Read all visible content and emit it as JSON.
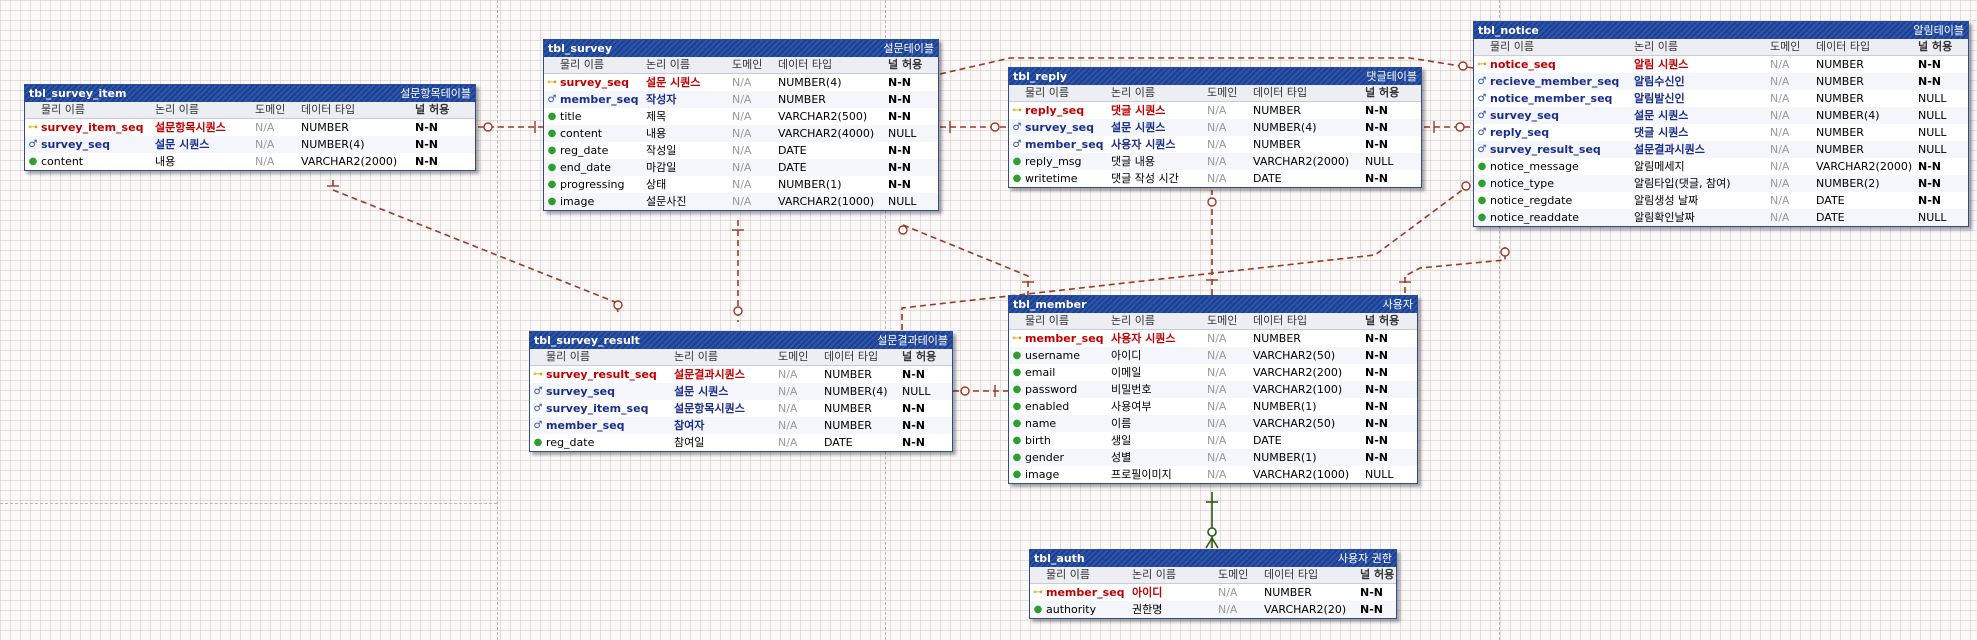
{
  "header_labels": {
    "physical": "물리 이름",
    "logical": "논리 이름",
    "domain": "도메인",
    "datatype": "데이터 타입",
    "nullable": "널 허용"
  },
  "domain_na": "N/A",
  "colors": {
    "title_bar": "#1e3f8c",
    "pk_text": "#c00000",
    "fk_text": "#1a2e8c",
    "relation_line": "#9a3a22",
    "identifying_line": "#2a5a1a"
  },
  "tables": {
    "survey_item": {
      "name": "tbl_survey_item",
      "logical": "설문항목테이블",
      "columns": [
        {
          "icon": "pk-fk-key-icon",
          "physical": "survey_item_seq",
          "logical": "설문항목시퀀스",
          "domain": "N/A",
          "type": "NUMBER",
          "null": "N-N"
        },
        {
          "icon": "fk-icon",
          "physical": "survey_seq",
          "logical": "설문 시퀀스",
          "domain": "N/A",
          "type": "NUMBER(4)",
          "null": "N-N"
        },
        {
          "icon": "column-icon",
          "physical": "content",
          "logical": "내용",
          "domain": "N/A",
          "type": "VARCHAR2(2000)",
          "null": "N-N"
        }
      ]
    },
    "survey": {
      "name": "tbl_survey",
      "logical": "설문테이블",
      "columns": [
        {
          "icon": "pk-icon",
          "physical": "survey_seq",
          "logical": "설문 시퀀스",
          "domain": "N/A",
          "type": "NUMBER(4)",
          "null": "N-N"
        },
        {
          "icon": "fk-icon",
          "physical": "member_seq",
          "logical": "작성자",
          "domain": "N/A",
          "type": "NUMBER",
          "null": "N-N"
        },
        {
          "icon": "column-icon",
          "physical": "title",
          "logical": "제목",
          "domain": "N/A",
          "type": "VARCHAR2(500)",
          "null": "N-N"
        },
        {
          "icon": "column-icon",
          "physical": "content",
          "logical": "내용",
          "domain": "N/A",
          "type": "VARCHAR2(4000)",
          "null": "NULL"
        },
        {
          "icon": "column-icon",
          "physical": "reg_date",
          "logical": "작성일",
          "domain": "N/A",
          "type": "DATE",
          "null": "N-N"
        },
        {
          "icon": "column-icon",
          "physical": "end_date",
          "logical": "마감일",
          "domain": "N/A",
          "type": "DATE",
          "null": "N-N"
        },
        {
          "icon": "column-icon",
          "physical": "progressing",
          "logical": "상태",
          "domain": "N/A",
          "type": "NUMBER(1)",
          "null": "N-N"
        },
        {
          "icon": "column-icon",
          "physical": "image",
          "logical": "설문사진",
          "domain": "N/A",
          "type": "VARCHAR2(1000)",
          "null": "NULL"
        }
      ]
    },
    "reply": {
      "name": "tbl_reply",
      "logical": "댓글테이블",
      "columns": [
        {
          "icon": "pk-icon",
          "physical": "reply_seq",
          "logical": "댓글 시퀀스",
          "domain": "N/A",
          "type": "NUMBER",
          "null": "N-N"
        },
        {
          "icon": "fk-icon",
          "physical": "survey_seq",
          "logical": "설문 시퀀스",
          "domain": "N/A",
          "type": "NUMBER(4)",
          "null": "N-N"
        },
        {
          "icon": "fk-icon",
          "physical": "member_seq",
          "logical": "사용자 시퀀스",
          "domain": "N/A",
          "type": "NUMBER",
          "null": "N-N"
        },
        {
          "icon": "column-icon",
          "physical": "reply_msg",
          "logical": "댓글 내용",
          "domain": "N/A",
          "type": "VARCHAR2(2000)",
          "null": "NULL"
        },
        {
          "icon": "column-icon",
          "physical": "writetime",
          "logical": "댓글 작성 시간",
          "domain": "N/A",
          "type": "DATE",
          "null": "N-N"
        }
      ]
    },
    "notice": {
      "name": "tbl_notice",
      "logical": "알림테이블",
      "columns": [
        {
          "icon": "pk-icon",
          "physical": "notice_seq",
          "logical": "알림 시퀀스",
          "domain": "N/A",
          "type": "NUMBER",
          "null": "N-N"
        },
        {
          "icon": "fk-icon",
          "physical": "recieve_member_seq",
          "logical": "알림수신인",
          "domain": "N/A",
          "type": "NUMBER",
          "null": "N-N"
        },
        {
          "icon": "fk-icon",
          "physical": "notice_member_seq",
          "logical": "알림발신인",
          "domain": "N/A",
          "type": "NUMBER",
          "null": "NULL"
        },
        {
          "icon": "fk-icon",
          "physical": "survey_seq",
          "logical": "설문 시퀀스",
          "domain": "N/A",
          "type": "NUMBER(4)",
          "null": "NULL"
        },
        {
          "icon": "fk-icon",
          "physical": "reply_seq",
          "logical": "댓글 시퀀스",
          "domain": "N/A",
          "type": "NUMBER",
          "null": "NULL"
        },
        {
          "icon": "fk-icon",
          "physical": "survey_result_seq",
          "logical": "설문결과시퀀스",
          "domain": "N/A",
          "type": "NUMBER",
          "null": "NULL"
        },
        {
          "icon": "column-icon",
          "physical": "notice_message",
          "logical": "알림메세지",
          "domain": "N/A",
          "type": "VARCHAR2(2000)",
          "null": "N-N"
        },
        {
          "icon": "column-icon",
          "physical": "notice_type",
          "logical": "알림타입(댓글, 참여)",
          "domain": "N/A",
          "type": "NUMBER(2)",
          "null": "N-N"
        },
        {
          "icon": "column-icon",
          "physical": "notice_regdate",
          "logical": "알림생성 날짜",
          "domain": "N/A",
          "type": "DATE",
          "null": "N-N"
        },
        {
          "icon": "column-icon",
          "physical": "notice_readdate",
          "logical": "알림확인날짜",
          "domain": "N/A",
          "type": "DATE",
          "null": "NULL"
        }
      ]
    },
    "survey_result": {
      "name": "tbl_survey_result",
      "logical": "설문결과테이블",
      "columns": [
        {
          "icon": "pk-icon",
          "physical": "survey_result_seq",
          "logical": "설문결과시퀀스",
          "domain": "N/A",
          "type": "NUMBER",
          "null": "N-N"
        },
        {
          "icon": "fk-icon",
          "physical": "survey_seq",
          "logical": "설문 시퀀스",
          "domain": "N/A",
          "type": "NUMBER(4)",
          "null": "NULL"
        },
        {
          "icon": "fk-icon",
          "physical": "survey_item_seq",
          "logical": "설문항목시퀀스",
          "domain": "N/A",
          "type": "NUMBER",
          "null": "N-N"
        },
        {
          "icon": "fk-icon",
          "physical": "member_seq",
          "logical": "참여자",
          "domain": "N/A",
          "type": "NUMBER",
          "null": "N-N"
        },
        {
          "icon": "column-icon",
          "physical": "reg_date",
          "logical": "참여일",
          "domain": "N/A",
          "type": "DATE",
          "null": "N-N"
        }
      ]
    },
    "member": {
      "name": "tbl_member",
      "logical": "사용자",
      "columns": [
        {
          "icon": "pk-icon",
          "physical": "member_seq",
          "logical": "사용자 시퀀스",
          "domain": "N/A",
          "type": "NUMBER",
          "null": "N-N"
        },
        {
          "icon": "column-icon",
          "physical": "username",
          "logical": "아이디",
          "domain": "N/A",
          "type": "VARCHAR2(50)",
          "null": "N-N"
        },
        {
          "icon": "column-icon",
          "physical": "email",
          "logical": "이메일",
          "domain": "N/A",
          "type": "VARCHAR2(200)",
          "null": "N-N"
        },
        {
          "icon": "column-icon",
          "physical": "password",
          "logical": "비밀번호",
          "domain": "N/A",
          "type": "VARCHAR2(100)",
          "null": "N-N"
        },
        {
          "icon": "column-icon",
          "physical": "enabled",
          "logical": "사용여부",
          "domain": "N/A",
          "type": "NUMBER(1)",
          "null": "N-N"
        },
        {
          "icon": "column-icon",
          "physical": "name",
          "logical": "이름",
          "domain": "N/A",
          "type": "VARCHAR2(50)",
          "null": "N-N"
        },
        {
          "icon": "column-icon",
          "physical": "birth",
          "logical": "생일",
          "domain": "N/A",
          "type": "DATE",
          "null": "N-N"
        },
        {
          "icon": "column-icon",
          "physical": "gender",
          "logical": "성별",
          "domain": "N/A",
          "type": "NUMBER(1)",
          "null": "N-N"
        },
        {
          "icon": "column-icon",
          "physical": "image",
          "logical": "프로필이미지",
          "domain": "N/A",
          "type": "VARCHAR2(1000)",
          "null": "NULL"
        }
      ]
    },
    "auth": {
      "name": "tbl_auth",
      "logical": "사용자 권한",
      "columns": [
        {
          "icon": "pk-fk-key-icon",
          "physical": "member_seq",
          "logical": "아이디",
          "domain": "N/A",
          "type": "NUMBER",
          "null": "N-N"
        },
        {
          "icon": "column-icon",
          "physical": "authority",
          "logical": "권한명",
          "domain": "N/A",
          "type": "VARCHAR2(20)",
          "null": "N-N"
        }
      ]
    }
  }
}
